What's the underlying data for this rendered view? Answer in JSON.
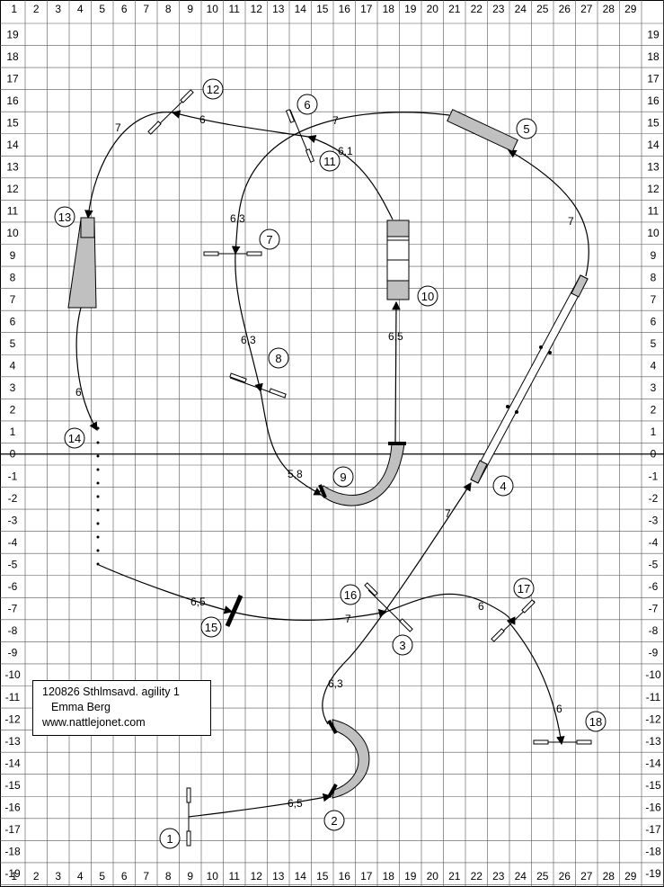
{
  "course": {
    "top_labels": [
      "1",
      "2",
      "3",
      "4",
      "5",
      "6",
      "7",
      "8",
      "9",
      "10",
      "11",
      "12",
      "13",
      "14",
      "15",
      "16",
      "17",
      "18",
      "19",
      "20",
      "21",
      "22",
      "23",
      "24",
      "25",
      "26",
      "27",
      "28",
      "29"
    ],
    "side_labels": [
      "19",
      "18",
      "17",
      "16",
      "15",
      "14",
      "13",
      "12",
      "11",
      "10",
      "9",
      "8",
      "7",
      "6",
      "5",
      "4",
      "3",
      "2",
      "1",
      "0",
      "-1",
      "-2",
      "-3",
      "-4",
      "-5",
      "-6",
      "-7",
      "-8",
      "-9",
      "-10",
      "-11",
      "-12",
      "-13",
      "-14",
      "-15",
      "-16",
      "-17",
      "-18",
      "-19"
    ],
    "obstacles": [
      "1",
      "2",
      "3",
      "4",
      "5",
      "6",
      "7",
      "8",
      "9",
      "10",
      "11",
      "12",
      "13",
      "14",
      "15",
      "16",
      "17",
      "18"
    ],
    "distances": [
      "6,5",
      "6,3",
      "7",
      "7",
      "6,5",
      "5,8",
      "6,3",
      "6,3",
      "6,1",
      "7",
      "6",
      "7",
      "6",
      "6,5",
      "7",
      "6",
      "6"
    ]
  },
  "info": {
    "line1": "120826 Sthlmsavd. agility 1",
    "line2": "Emma Berg",
    "line3": "www.nattlejonet.com"
  }
}
